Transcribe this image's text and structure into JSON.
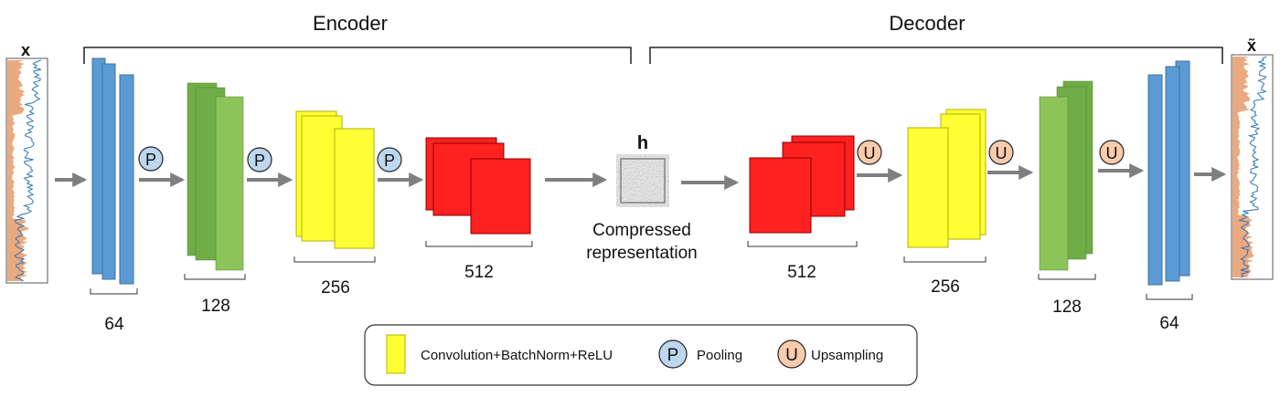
{
  "title_encoder": "Encoder",
  "title_decoder": "Decoder",
  "input_label": "x",
  "output_label": "x̃",
  "bottleneck": {
    "symbol": "h",
    "caption_line1": "Compressed",
    "caption_line2": "representation"
  },
  "encoder_blocks": [
    {
      "channels": "64",
      "color": "#5b9bd5"
    },
    {
      "channels": "128",
      "color": "#76c442"
    },
    {
      "channels": "256",
      "color": "#ffff33"
    },
    {
      "channels": "512",
      "color": "#ff2020"
    }
  ],
  "decoder_blocks": [
    {
      "channels": "512",
      "color": "#ff2020"
    },
    {
      "channels": "256",
      "color": "#ffff33"
    },
    {
      "channels": "128",
      "color": "#76c442"
    },
    {
      "channels": "64",
      "color": "#5b9bd5"
    }
  ],
  "pool_symbol": "P",
  "upsample_symbol": "U",
  "legend": {
    "conv": "Convolution+BatchNorm+ReLU",
    "pool_symbol": "P",
    "pool": "Pooling",
    "up_symbol": "U",
    "up": "Upsampling"
  },
  "colors": {
    "blue": "#5b9bd5",
    "green": "#76c442",
    "yellow": "#ffff33",
    "red": "#ff2020",
    "pool_circle": "#bdd7ee",
    "up_circle": "#f8cbad",
    "arrow": "#7f7f7f",
    "signal_line": "#2e75b6",
    "signal_fill": "#e89a6a"
  }
}
